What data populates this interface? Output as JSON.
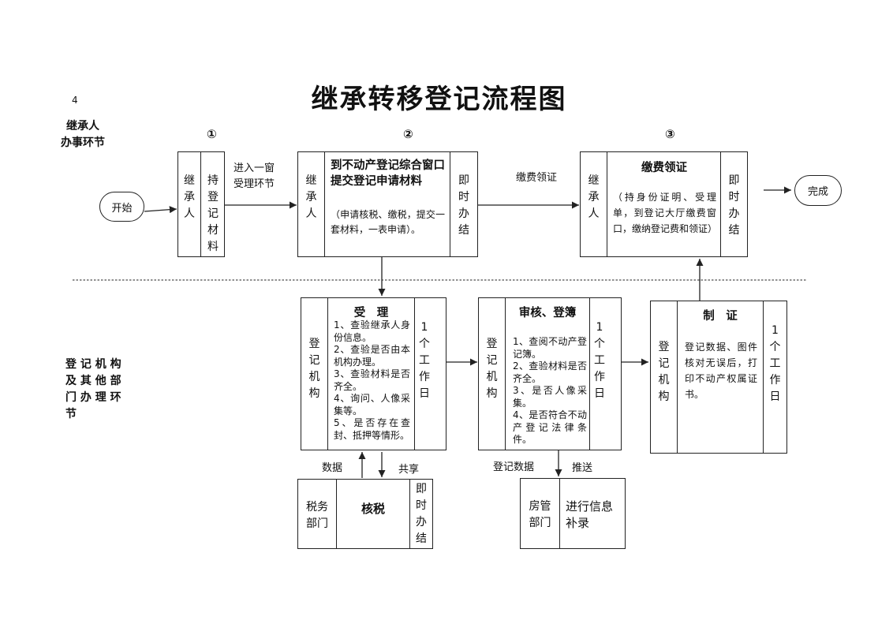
{
  "page_number": "4",
  "title": "继承转移登记流程图",
  "lanes": {
    "applicant": "继承人\n办事环节",
    "agency": "登 记 机 构\n及 其 他 部\n门 办 理 环\n节"
  },
  "steps": [
    "①",
    "②",
    "③"
  ],
  "start": "开始",
  "end": "完成",
  "box1": {
    "role": "继\n承\n人",
    "action": "持\n登\n记\n材\n料"
  },
  "edge1": "进入一窗\n受理环节",
  "box2": {
    "role": "继\n承\n人",
    "heading": "到不动产登记综合窗口提交登记申请材料",
    "detail": "（申请核税、缴税，提交一套材料，一表申请）。",
    "timing": "即\n时\n办\n结"
  },
  "edge2": "缴费领证",
  "box3": {
    "role": "继\n承\n人",
    "heading": "缴费领证",
    "detail": "（持身份证明、受理单，到登记大厅缴费窗口，缴纳登记费和领证）",
    "timing": "即\n时\n办\n结"
  },
  "accept": {
    "role": "登\n记\n机\n构",
    "heading": "受　理",
    "items": "1、查验继承人身份信息。\n2、查验是否由本机构办理。\n3、查验材料是否齐全。\n4、询问、人像采集等。\n5、是否存在查封、抵押等情形。",
    "timing": "1\n个\n工\n作\n日"
  },
  "review": {
    "role": "登\n记\n机\n构",
    "heading": "审核、登簿",
    "items": "1、查阅不动产登记簿。\n2、查验材料是否齐全。\n3、是否人像采集。\n4、是否符合不动产登记法律条件。",
    "timing": "1\n个\n工\n作\n日"
  },
  "certify": {
    "role": "登\n记\n机\n构",
    "heading": "制　证",
    "detail": "登记数据、图件核对无误后，打印不动产权属证书。",
    "timing": "1\n个\n工\n作\n日"
  },
  "tax": {
    "dept": "税务\n部门",
    "heading": "核税",
    "timing": "即\n时\n办\n结",
    "label_up": "数据",
    "label_down": "共享"
  },
  "housing": {
    "dept": "房管\n部门",
    "heading": "进行信息补录",
    "label_left": "登记数据",
    "label_right": "推送"
  }
}
